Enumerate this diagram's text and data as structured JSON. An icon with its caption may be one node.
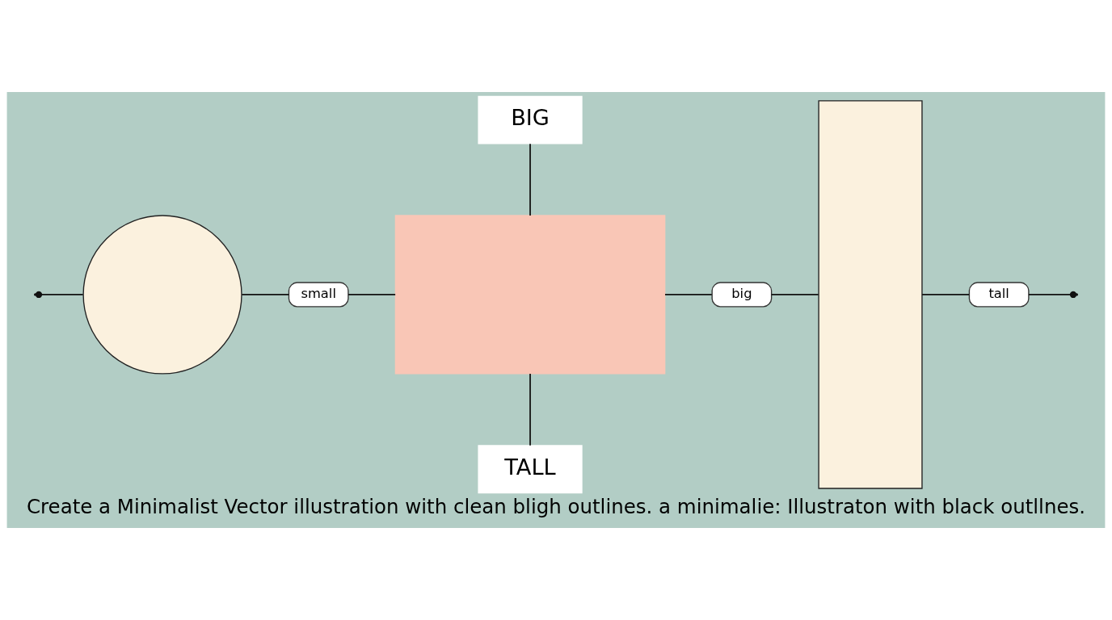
{
  "diagram": {
    "caption": "Create a Minimalist Vector illustration with clean bligh outlines. a minimalie: Illustraton with black outllnes.",
    "nodes": [
      {
        "text": [],
        "shape": "circle"
      },
      {
        "text": [
          "small"
        ]
      },
      {
        "text": [],
        "shape": "box"
      },
      {
        "text": [
          "big"
        ]
      },
      {
        "text": [],
        "shape": "box"
      },
      {
        "text": [
          "tall"
        ]
      },
      {
        "text": [
          "BIG"
        ]
      },
      {
        "text": [
          "TALL"
        ]
      }
    ],
    "edges": [
      {
        "from": null,
        "to": 0,
        "arrow": "other"
      },
      {
        "from": 0,
        "to": 1,
        "arrow": "none"
      },
      {
        "from": 1,
        "to": 2,
        "arrow": "none"
      },
      {
        "from": 2,
        "to": 3,
        "arrow": "none"
      },
      {
        "from": 3,
        "to": 4,
        "arrow": "none"
      },
      {
        "from": 4,
        "to": 5,
        "arrow": "none"
      },
      {
        "from": 5,
        "to": null,
        "arrow": "other"
      },
      {
        "from": 6,
        "to": 2,
        "arrow": "none"
      },
      {
        "from": 2,
        "to": 7,
        "arrow": "none"
      }
    ]
  }
}
